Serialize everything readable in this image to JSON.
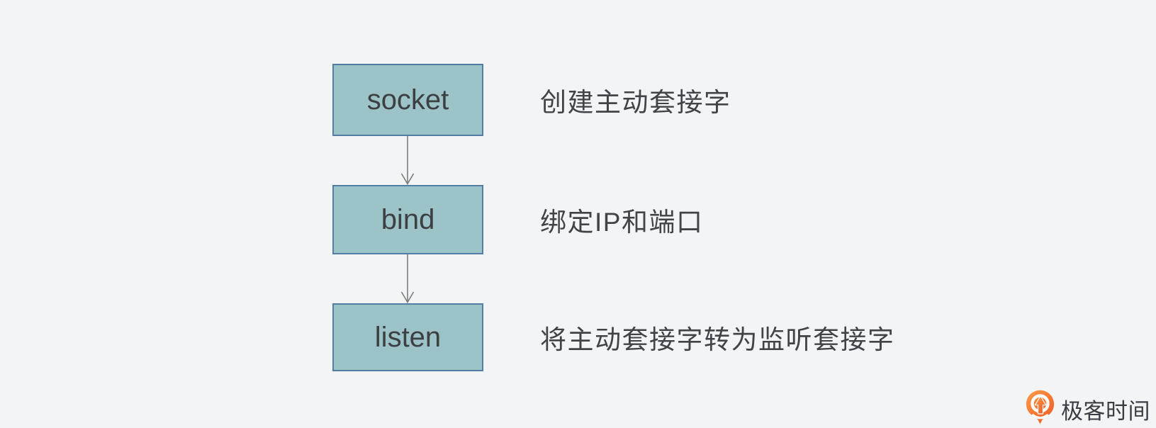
{
  "page": {
    "kind": "flow-diagram-slide"
  },
  "theme": {
    "bg": "#f2f4f5",
    "box-fill": "#9cc3c7",
    "box-border": "#527ea6",
    "box-text": "#3d4043",
    "desc-text": "#404448",
    "arrow": "#7d7d7d",
    "logo-text-color": "#3a3e44",
    "logo-orange-light": "#fc9b4a",
    "logo-orange-dark": "#f05a22"
  },
  "flowchart": {
    "direction": "top-down",
    "steps": [
      {
        "label": "socket",
        "description": "创建主动套接字"
      },
      {
        "label": "bind",
        "description": "绑定IP和端口"
      },
      {
        "label": "listen",
        "description": "将主动套接字转为监听套接字"
      }
    ]
  },
  "branding": {
    "logo_text": "极客时间",
    "logo_icon": "geektime-pin-icon"
  }
}
